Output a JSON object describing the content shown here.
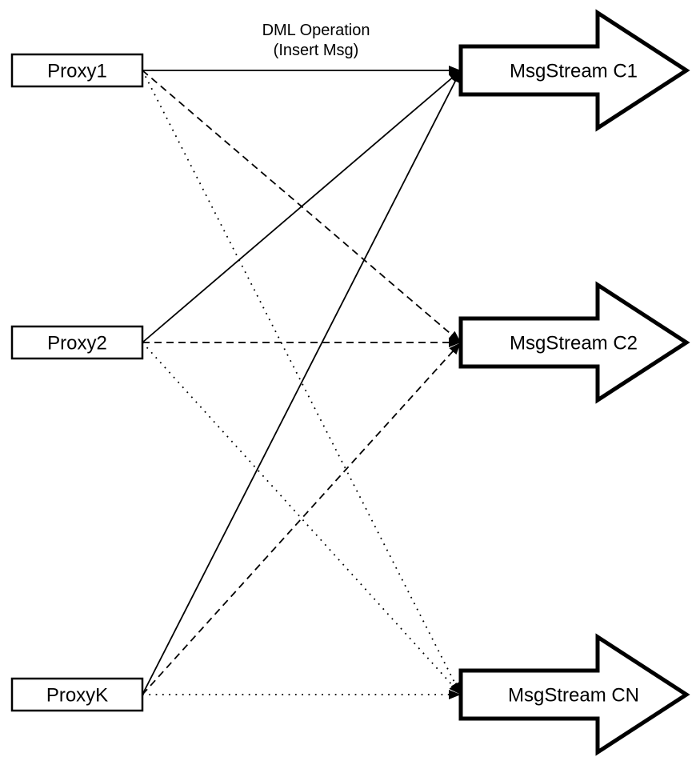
{
  "diagram": {
    "background_color": "#ffffff",
    "stroke_color": "#000000",
    "title": {
      "line1": "DML Operation",
      "line2": "(Insert Msg)"
    },
    "proxies": [
      {
        "id": "proxy1",
        "label": "Proxy1"
      },
      {
        "id": "proxy2",
        "label": "Proxy2"
      },
      {
        "id": "proxyk",
        "label": "ProxyK"
      }
    ],
    "streams": [
      {
        "id": "c1",
        "label": "MsgStream C1"
      },
      {
        "id": "c2",
        "label": "MsgStream C2"
      },
      {
        "id": "cn",
        "label": "MsgStream CN"
      }
    ],
    "edges": [
      {
        "from": "proxy1",
        "to": "c1",
        "style": "solid"
      },
      {
        "from": "proxy1",
        "to": "c2",
        "style": "dashed"
      },
      {
        "from": "proxy1",
        "to": "cn",
        "style": "dotted"
      },
      {
        "from": "proxy2",
        "to": "c1",
        "style": "solid"
      },
      {
        "from": "proxy2",
        "to": "c2",
        "style": "dashed"
      },
      {
        "from": "proxy2",
        "to": "cn",
        "style": "dotted"
      },
      {
        "from": "proxyk",
        "to": "c1",
        "style": "solid"
      },
      {
        "from": "proxyk",
        "to": "c2",
        "style": "dashed"
      },
      {
        "from": "proxyk",
        "to": "cn",
        "style": "dotted"
      }
    ]
  }
}
